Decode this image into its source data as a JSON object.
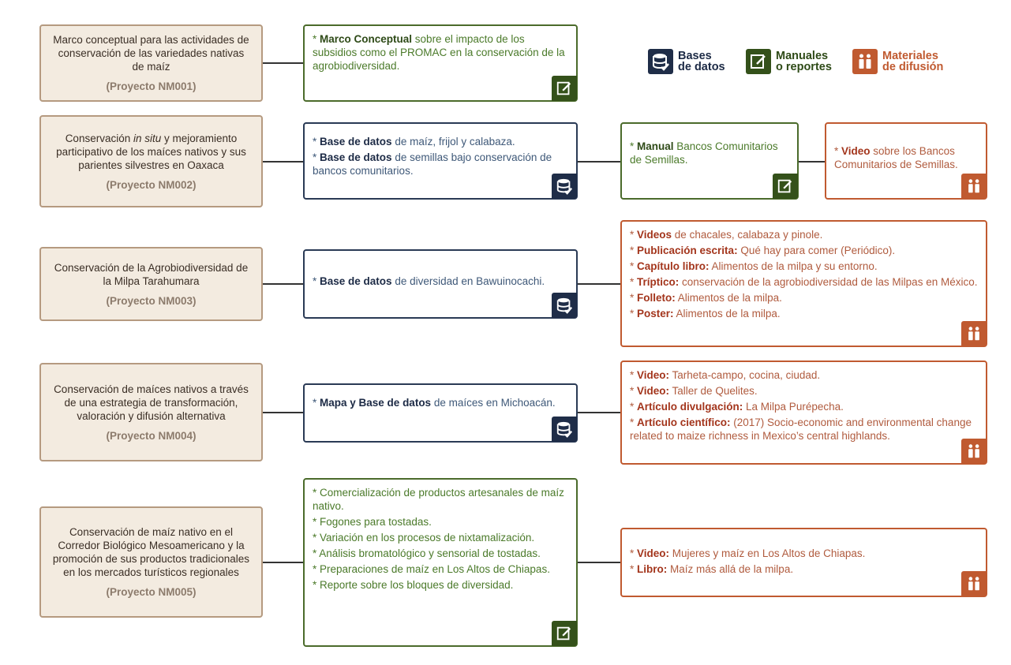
{
  "legend": {
    "db": {
      "line1": "Bases",
      "line2": "de datos",
      "icon": "database-icon"
    },
    "manual": {
      "line1": "Manuales",
      "line2": "o reportes",
      "icon": "manual-icon"
    },
    "media": {
      "line1": "Materiales",
      "line2": "de difusión",
      "icon": "people-icon"
    }
  },
  "colors": {
    "green": "#4b6b2b",
    "navy": "#2a3a55",
    "orange": "#c05a30",
    "project_bg": "#f3ebe0"
  },
  "projects": [
    {
      "title_a": "Marco conceptual para las actividades de conservación de las variedades nativas de maíz",
      "code": "(Proyecto NM001)"
    },
    {
      "title_a": "Conservación ",
      "title_em": "in situ",
      "title_b": " y mejoramiento participativo de los maíces nativos y sus parientes silvestres en Oaxaca",
      "code": "(Proyecto NM002)"
    },
    {
      "title_a": "Conservación de la Agrobiodiversidad de la Milpa Tarahumara",
      "code": "(Proyecto NM003)"
    },
    {
      "title_a": "Conservación de maíces nativos a través de una estrategia de transformación, valoración y difusión alternativa",
      "code": "(Proyecto NM004)"
    },
    {
      "title_a": "Conservación de maíz nativo en el Corredor Biológico Mesoamericano y la promoción de sus productos tradicionales en los mercados turísticos regionales",
      "code": "(Proyecto NM005)"
    }
  ],
  "row1": {
    "manual": [
      {
        "bold": "Marco Conceptual",
        "text": " sobre el impacto de los subsidios como el PROMAC en la conservación de la agrobiodiversidad."
      }
    ]
  },
  "row2": {
    "db": [
      {
        "bold": "Base de datos",
        "text": " de maíz, frijol y calabaza."
      },
      {
        "bold": "Base de datos",
        "text": " de semillas bajo conservación de bancos comunitarios."
      }
    ],
    "manual": [
      {
        "bold": "Manual",
        "text": " Bancos Comunitarios de Semillas."
      }
    ],
    "media": [
      {
        "bold": "Video",
        "text": " sobre los Bancos Comunitarios de Semillas."
      }
    ]
  },
  "row3": {
    "db": [
      {
        "bold": "Base de datos",
        "text": " de diversidad en Bawuinocachi."
      }
    ],
    "media": [
      {
        "bold": "Videos",
        "text": " de chacales, calabaza  y pinole."
      },
      {
        "bold": "Publicación escrita:",
        "text": " Qué hay para comer (Periódico)."
      },
      {
        "bold": "Capítulo libro:",
        "text": " Alimentos de la milpa y su entorno."
      },
      {
        "bold": "Tríptico:",
        "text": " conservación de la agrobiodiversidad de las Milpas en México."
      },
      {
        "bold": "Folleto:",
        "text": " Alimentos de la milpa."
      },
      {
        "bold": "Poster:",
        "text": " Alimentos de la milpa."
      }
    ]
  },
  "row4": {
    "db": [
      {
        "bold": "Mapa y Base de datos",
        "text": " de maíces en Michoacán."
      }
    ],
    "media": [
      {
        "bold": "Video:",
        "text": " Tarheta-campo, cocina, ciudad."
      },
      {
        "bold": "Video:",
        "text": " Taller de Quelites."
      },
      {
        "bold": "Artículo divulgación:",
        "text": " La Milpa Purépecha."
      },
      {
        "bold": "Artículo científico:",
        "text": " (2017) Socio-economic and environmental change related to maize richness in Mexico’s central highlands."
      }
    ]
  },
  "row5": {
    "manual": [
      {
        "bold": "",
        "text": "Comercialización de productos artesanales de maíz nativo."
      },
      {
        "bold": "",
        "text": "Fogones para tostadas."
      },
      {
        "bold": "",
        "text": "Variación en los procesos de nixtamalización."
      },
      {
        "bold": "",
        "text": "Análisis bromatológico y sensorial de tostadas."
      },
      {
        "bold": "",
        "text": "Preparaciones de maíz en Los Altos de Chiapas."
      },
      {
        "bold": "",
        "text": "Reporte sobre los bloques de diversidad."
      }
    ],
    "media": [
      {
        "bold": "Video:",
        "text": " Mujeres y maíz en Los Altos de Chiapas."
      },
      {
        "bold": "Libro:",
        "text": " Maíz más allá de la milpa."
      }
    ]
  }
}
